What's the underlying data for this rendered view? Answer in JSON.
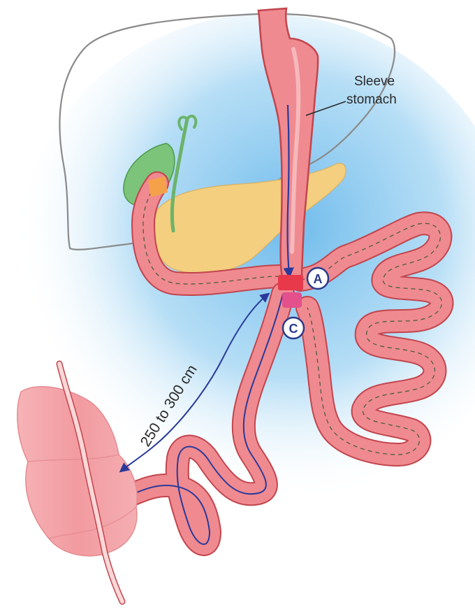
{
  "labels": {
    "sleeve_line1": "Sleeve",
    "sleeve_line2": "stomach",
    "distance": "250 to 300 cm",
    "marker_a": "A",
    "marker_c": "C"
  },
  "colors": {
    "background_glow": "#7cc3ee",
    "bowel_fill": "#ef8a90",
    "bowel_outline": "#c2454d",
    "flow_arrow": "#2a3a9a",
    "dashed_flow": "#3e5a3a",
    "pancreas": "#f3cf7f",
    "gallbladder": "#7bc47a",
    "liver_outline": "#8a8a8a",
    "anastomosis": "#e8394a",
    "marker_ring": "#2b3a8a"
  }
}
